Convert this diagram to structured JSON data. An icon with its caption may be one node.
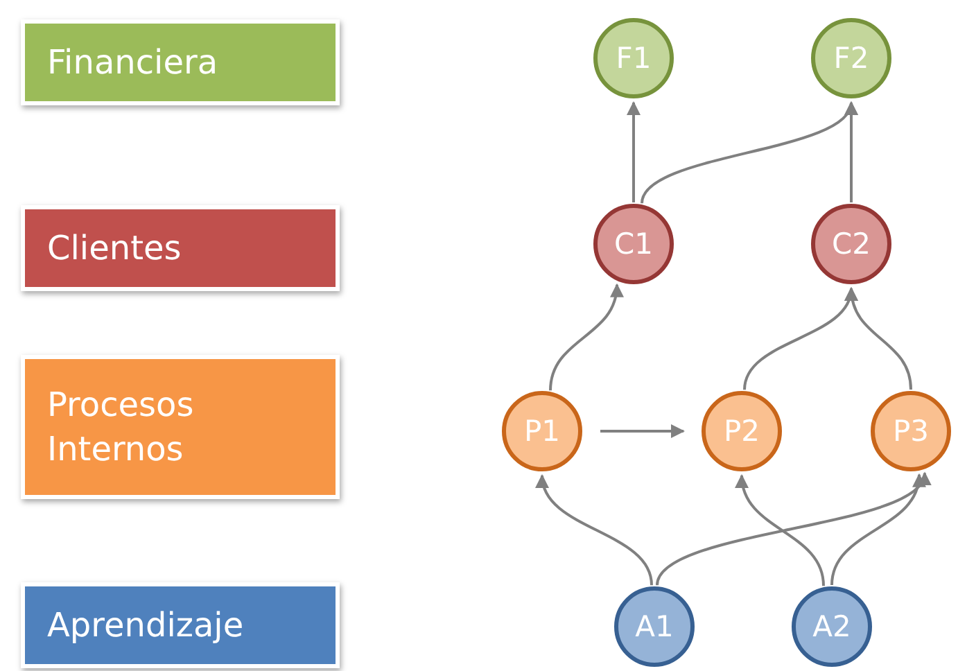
{
  "diagram": {
    "nodes": [
      {
        "text": [
          "Financiera"
        ]
      },
      {
        "text": [
          "Clientes"
        ]
      },
      {
        "text": [
          "Procesos Internos"
        ]
      },
      {
        "text": [
          "Aprendizaje"
        ]
      },
      {
        "text": [
          "F1"
        ]
      },
      {
        "text": [
          "F2"
        ]
      },
      {
        "text": [
          "C1"
        ]
      },
      {
        "text": [
          "C2"
        ]
      },
      {
        "text": [
          "P1"
        ]
      },
      {
        "text": [
          "P2"
        ]
      },
      {
        "text": [
          "P3"
        ]
      },
      {
        "text": [
          "A1"
        ]
      },
      {
        "text": [
          "A2"
        ]
      }
    ],
    "edges": [
      {
        "from": 6,
        "to": 4,
        "arrow": "to"
      },
      {
        "from": 6,
        "to": 5,
        "arrow": "to"
      },
      {
        "from": 7,
        "to": 5,
        "arrow": "to"
      },
      {
        "from": 8,
        "to": 6,
        "arrow": "to"
      },
      {
        "from": 9,
        "to": 7,
        "arrow": "to"
      },
      {
        "from": 10,
        "to": 7,
        "arrow": "to"
      },
      {
        "from": 8,
        "to": 9,
        "arrow": "to"
      },
      {
        "from": 11,
        "to": 8,
        "arrow": "to"
      },
      {
        "from": 11,
        "to": 10,
        "arrow": "to"
      },
      {
        "from": 12,
        "to": 9,
        "arrow": "to"
      },
      {
        "from": 12,
        "to": 10,
        "arrow": "to"
      }
    ]
  }
}
